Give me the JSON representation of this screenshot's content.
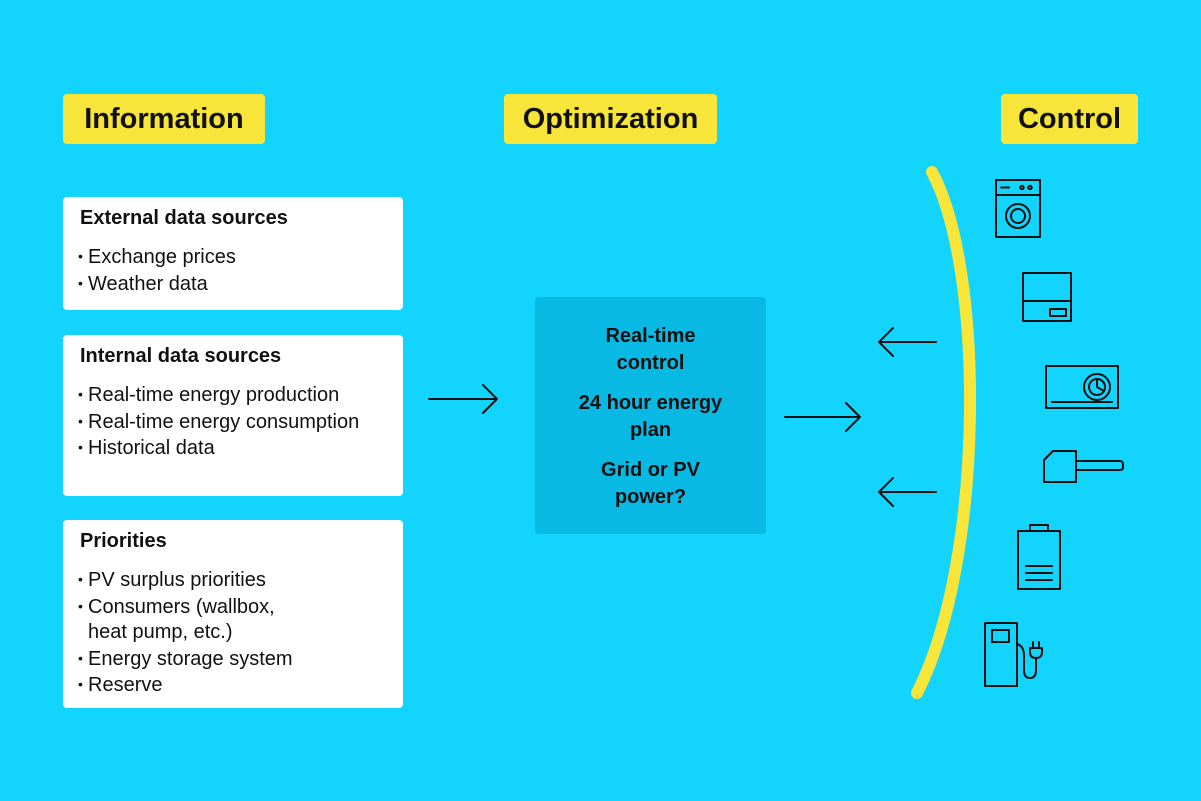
{
  "headers": {
    "information": "Information",
    "optimization": "Optimization",
    "control": "Control"
  },
  "cards": {
    "external": {
      "title": "External data sources",
      "items": [
        "Exchange prices",
        "Weather data"
      ]
    },
    "internal": {
      "title": "Internal data sources",
      "items": [
        "Real-time energy production",
        "Real-time energy consumption",
        "Historical data"
      ]
    },
    "priorities": {
      "title": "Priorities",
      "items": [
        "PV surplus priorities",
        "Consumers (wallbox, heat pump, etc.)",
        "Energy storage system",
        "Reserve"
      ]
    }
  },
  "optimization": {
    "lines": [
      "Real-time control",
      "24 hour energy plan",
      "Grid or PV power?"
    ]
  },
  "control_devices": [
    "washing-machine-icon",
    "boiler-icon",
    "heat-pump-icon",
    "heating-rod-icon",
    "battery-icon",
    "ev-charger-icon"
  ],
  "colors": {
    "background": "#12d4fc",
    "highlight": "#f7e53a",
    "card": "#ffffff",
    "optimization_box": "#07b9e3",
    "ink": "#111111"
  }
}
